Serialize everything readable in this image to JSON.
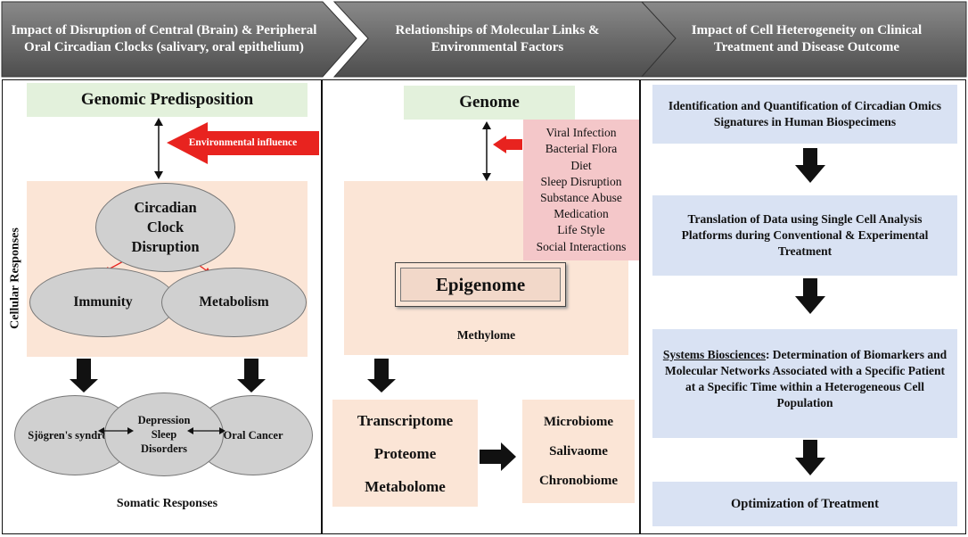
{
  "headers": [
    "Impact of Disruption of Central (Brain) & Peripheral Oral Circadian Clocks (salivary, oral epithelium)",
    "Relationships of Molecular Links & Environmental Factors",
    "Impact of Cell Heterogeneity on Clinical Treatment and Disease Outcome"
  ],
  "left": {
    "genomic": "Genomic Predisposition",
    "env": "Environmental influence",
    "cellular": "Cellular Responses",
    "circadian": "Circadian Clock Disruption",
    "immunity": "Immunity",
    "metabolism": "Metabolism",
    "sjogren": "Sjögren's syndrome",
    "depression": "Depression Sleep Disorders",
    "oral_cancer": "Oral Cancer",
    "somatic": "Somatic Responses"
  },
  "middle": {
    "genome": "Genome",
    "factors": [
      "Viral Infection",
      "Bacterial Flora",
      "Diet",
      "Sleep Disruption",
      "Substance Abuse",
      "Medication",
      "Life Style",
      "Social Interactions"
    ],
    "epigenome": "Epigenome",
    "methylome": "Methylome",
    "omics": [
      "Transcriptome",
      "Proteome",
      "Metabolome"
    ],
    "biomes": [
      "Microbiome",
      "Salivaome",
      "Chronobiome"
    ]
  },
  "right": {
    "step1": "Identification and Quantification of Circadian Omics Signatures in Human Biospecimens",
    "step2": "Translation of Data using Single Cell Analysis Platforms during Conventional & Experimental Treatment",
    "step3_title": "Systems Biosciences",
    "step3_body": ": Determination of Biomarkers and Molecular Networks Associated with a Specific Patient at a Specific Time within a Heterogeneous Cell Population",
    "step4": "Optimization of Treatment"
  }
}
